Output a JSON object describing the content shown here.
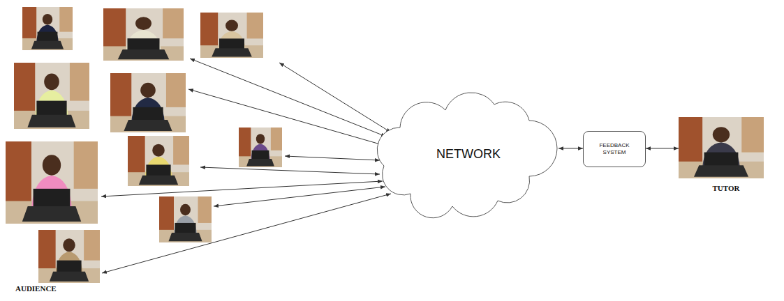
{
  "diagram": {
    "nodes": [
      {
        "text": [
          "NETWORK"
        ]
      },
      {
        "text": [
          "FEEDBACK SYSTEM"
        ]
      },
      {
        "text": [
          "TUTOR"
        ]
      }
    ],
    "edges": [
      {
        "from": 0,
        "to": 1,
        "arrow": "both"
      },
      {
        "from": 1,
        "to": 2,
        "arrow": "both"
      }
    ],
    "labels": [
      "AUDIENCE"
    ]
  }
}
